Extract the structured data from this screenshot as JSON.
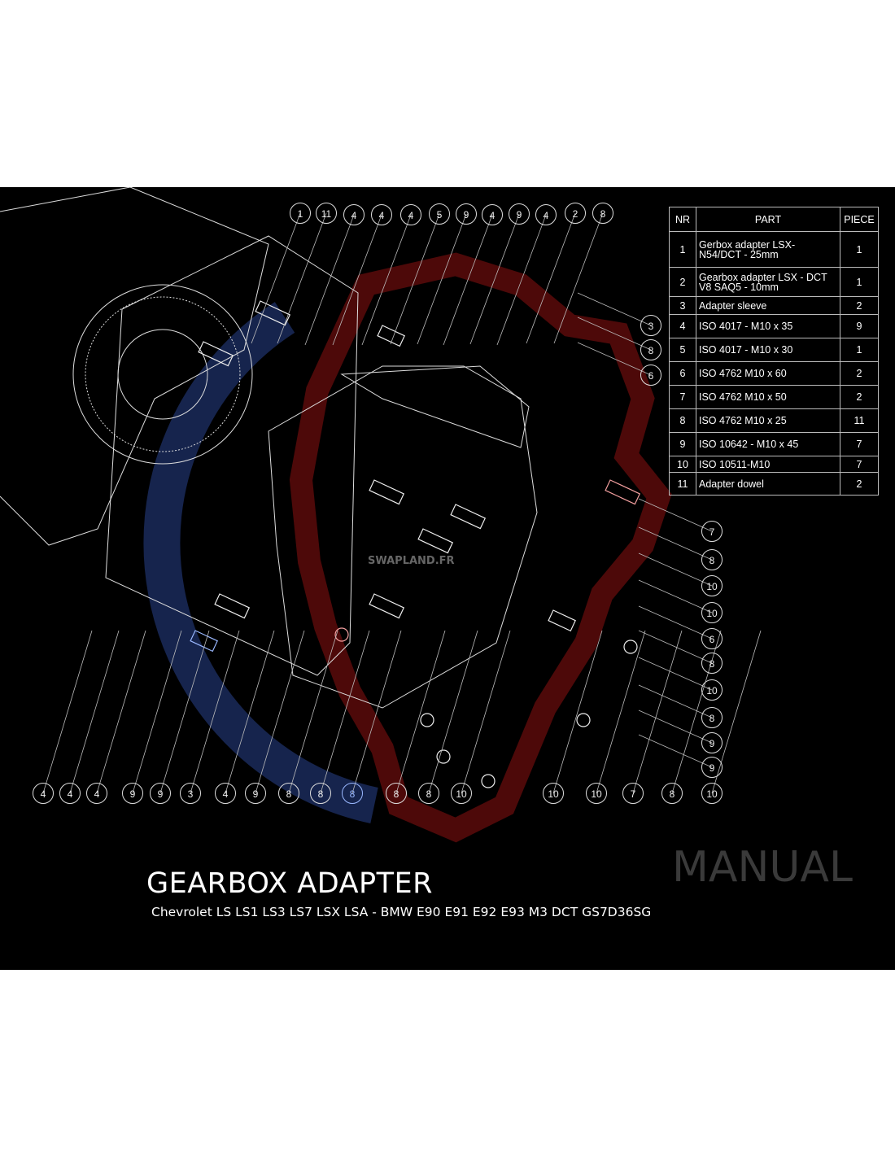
{
  "table": {
    "headers": {
      "nr": "NR",
      "part": "PART",
      "piece": "PIECE"
    },
    "rows": [
      {
        "nr": "1",
        "part": "Gerbox adapter LSX-N54/DCT - 25mm",
        "piece": "1"
      },
      {
        "nr": "2",
        "part": "Gearbox adapter LSX - DCT V8 SAQ5 - 10mm",
        "piece": "1"
      },
      {
        "nr": "3",
        "part": "Adapter sleeve",
        "piece": "2"
      },
      {
        "nr": "4",
        "part": "ISO 4017 - M10 x 35",
        "piece": "9"
      },
      {
        "nr": "5",
        "part": "ISO 4017 - M10 x 30",
        "piece": "1"
      },
      {
        "nr": "6",
        "part": "ISO 4762 M10 x 60",
        "piece": "2"
      },
      {
        "nr": "7",
        "part": "ISO 4762 M10 x 50",
        "piece": "2"
      },
      {
        "nr": "8",
        "part": "ISO 4762 M10 x 25",
        "piece": "11"
      },
      {
        "nr": "9",
        "part": "ISO 10642 - M10 x 45",
        "piece": "7"
      },
      {
        "nr": "10",
        "part": "ISO 10511-M10",
        "piece": "7"
      },
      {
        "nr": "11",
        "part": "Adapter dowel",
        "piece": "2"
      }
    ]
  },
  "callouts": {
    "top": [
      "1",
      "11",
      "4",
      "4",
      "4",
      "5",
      "9",
      "4",
      "9",
      "4",
      "2",
      "8"
    ],
    "upper_right": [
      "3",
      "8",
      "6"
    ],
    "right": [
      "7",
      "8",
      "10",
      "10",
      "6",
      "8",
      "10",
      "8",
      "9",
      "9"
    ],
    "bottom": [
      "4",
      "4",
      "4",
      "9",
      "9",
      "3",
      "4",
      "9",
      "8",
      "8",
      "8",
      "8",
      "8",
      "10",
      "10",
      "10",
      "7",
      "8",
      "10"
    ]
  },
  "title": "GEARBOX ADAPTER",
  "subtitle": "Chevrolet LS LS1 LS3 LS7 LSX LSA - BMW E90 E91 E92 E93 M3 DCT GS7D36SG",
  "manual_label": "MANUAL",
  "watermark": "SWAPLAND.FR",
  "colors": {
    "background": "#000000",
    "gear_red": "#5a0a0a",
    "gear_blue": "#1a2a5a",
    "line": "#e0e0e0"
  }
}
